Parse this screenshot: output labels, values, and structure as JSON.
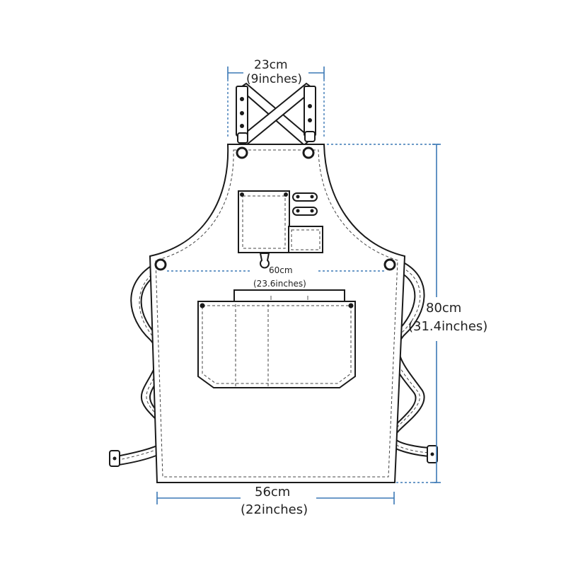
{
  "diagram": {
    "subject": "apron-size-chart",
    "colors": {
      "outline": "#1a1a1a",
      "dimension_line": "#3b78b5",
      "background": "#ffffff"
    },
    "dimensions": {
      "strap_gap": {
        "metric": "23cm",
        "imperial": "(9inches)"
      },
      "chest": {
        "metric": "60cm",
        "imperial": "(23.6inches)"
      },
      "length": {
        "metric": "80cm",
        "imperial": "(31.4inches)"
      },
      "bottom_width": {
        "metric": "56cm",
        "imperial": "(22inches)"
      }
    }
  }
}
